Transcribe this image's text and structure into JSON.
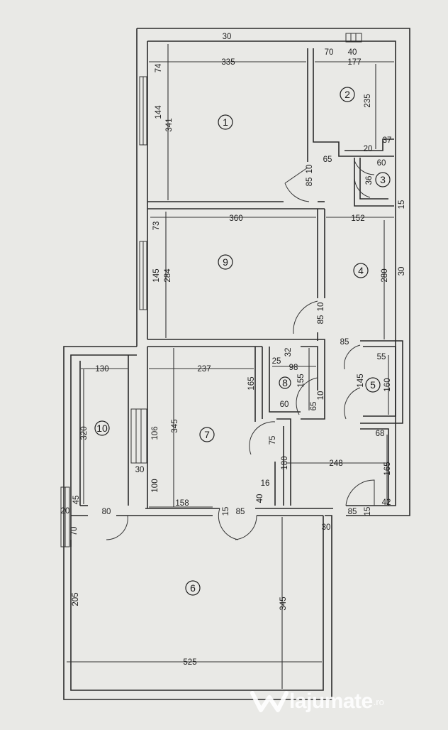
{
  "plan": {
    "rooms": [
      "1",
      "2",
      "3",
      "4",
      "5",
      "6",
      "7",
      "8",
      "9",
      "10"
    ],
    "dims": {
      "d_30_top": "30",
      "d_70": "70",
      "d_40": "40",
      "d_177": "177",
      "d_335": "335",
      "d_74": "74",
      "d_144": "144",
      "d_341": "341",
      "d_235": "235",
      "d_37": "37",
      "d_20": "20",
      "d_60_3": "60",
      "d_65_1": "65",
      "d_10_1": "10",
      "d_85_1": "85",
      "d_36": "36",
      "d_15_3": "15",
      "d_360": "360",
      "d_152": "152",
      "d_73": "73",
      "d_145": "145",
      "d_284": "284",
      "d_280": "280",
      "d_30_r": "30",
      "d_10_9": "10",
      "d_85_9": "85",
      "d_85_5": "85",
      "d_55": "55",
      "d_145_5": "145",
      "d_160": "160",
      "d_130": "130",
      "d_237": "237",
      "d_165": "165",
      "d_32": "32",
      "d_25": "25",
      "d_98": "98",
      "d_155": "155",
      "d_10_8": "10",
      "d_65_8": "65",
      "d_60_8": "60",
      "d_320": "320",
      "d_106": "106",
      "d_345_7": "345",
      "d_75": "75",
      "d_68": "68",
      "d_180": "180",
      "d_248": "248",
      "d_165_h": "165",
      "d_30_10": "30",
      "d_100": "100",
      "d_16": "16",
      "d_40_7": "40",
      "d_42": "42",
      "d_45": "45",
      "d_20_10": "20",
      "d_80": "80",
      "d_158": "158",
      "d_15_7": "15",
      "d_85_7": "85",
      "d_85_e": "85",
      "d_15_e": "15",
      "d_30_6": "30",
      "d_70_6": "70",
      "d_205": "205",
      "d_345_6": "345",
      "d_525": "525"
    }
  },
  "watermark": {
    "brand": "lajumate",
    "tld": ".ro"
  },
  "colors": {
    "paper": "#e9e9e6",
    "ink": "#2a2a2a",
    "watermark": "#ffffff"
  }
}
